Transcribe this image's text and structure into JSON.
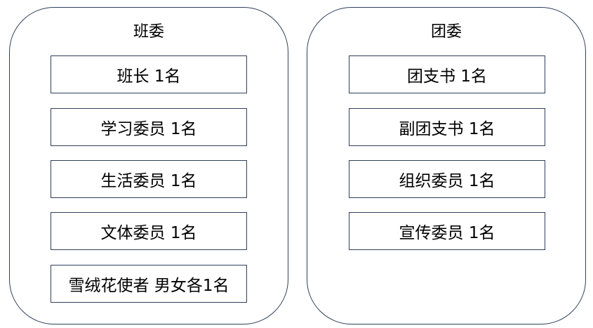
{
  "groups": {
    "left": {
      "title": "班委",
      "items": [
        "班长 1名",
        "学习委员 1名",
        "生活委员 1名",
        "文体委员 1名",
        "雪绒花使者 男女各1名"
      ]
    },
    "right": {
      "title": "团委",
      "items": [
        "团支书 1名",
        "副团支书 1名",
        "组织委员 1名",
        "宣传委员 1名"
      ]
    }
  },
  "colors": {
    "border": "#2f3f5c",
    "background": "#ffffff",
    "text": "#000000"
  }
}
